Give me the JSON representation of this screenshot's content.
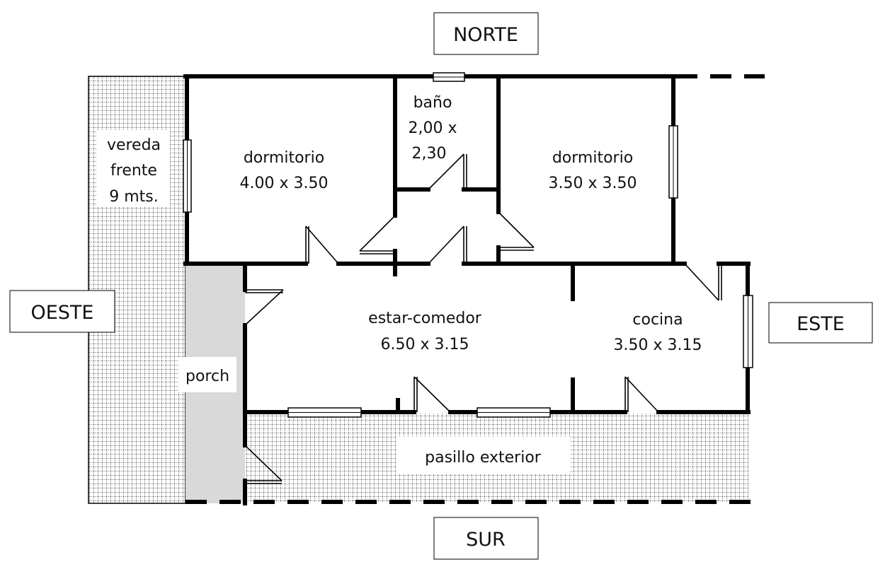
{
  "compass": {
    "north": "NORTE",
    "south": "SUR",
    "east": "ESTE",
    "west": "OESTE"
  },
  "rooms": {
    "dorm1": {
      "name": "dormitorio",
      "size": "4.00 x 3.50"
    },
    "bano": {
      "name": "baño",
      "size_line1": "2,00 x",
      "size_line2": "2,30"
    },
    "dorm2": {
      "name": "dormitorio",
      "size": "3.50 x 3.50"
    },
    "estar": {
      "name": "estar-comedor",
      "size": "6.50 x 3.15"
    },
    "cocina": {
      "name": "cocina",
      "size": "3.50 x 3.15"
    },
    "porch": {
      "name": "porch"
    },
    "pasillo": {
      "name": "pasillo exterior"
    },
    "vereda": {
      "line1": "vereda",
      "line2": "frente",
      "line3": "9 mts."
    }
  },
  "colors": {
    "wall": "#000000",
    "porch": "#d9d9d9",
    "hatch": "#555555"
  }
}
